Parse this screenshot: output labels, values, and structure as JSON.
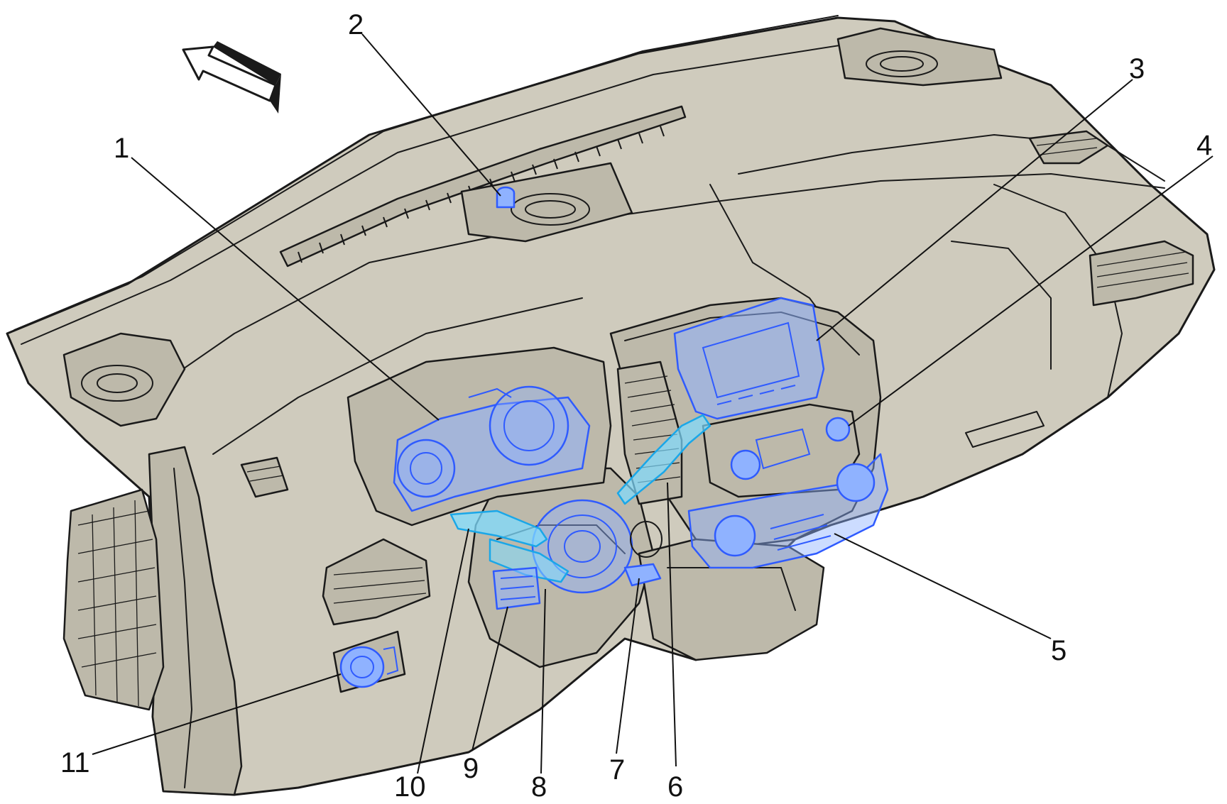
{
  "diagram": {
    "callouts": [
      {
        "id": "1",
        "label": "1"
      },
      {
        "id": "2",
        "label": "2"
      },
      {
        "id": "3",
        "label": "3"
      },
      {
        "id": "4",
        "label": "4"
      },
      {
        "id": "5",
        "label": "5"
      },
      {
        "id": "6",
        "label": "6"
      },
      {
        "id": "7",
        "label": "7"
      },
      {
        "id": "8",
        "label": "8"
      },
      {
        "id": "9",
        "label": "9"
      },
      {
        "id": "10",
        "label": "10"
      },
      {
        "id": "11",
        "label": "11"
      }
    ],
    "colors": {
      "panel": "#cfcbbd",
      "outline": "#1a1a1a",
      "highlight_blue": "#2f5bff",
      "highlight_cyan": "#1aa7e8"
    },
    "icons": {
      "direction_arrow": "forward-direction-arrow-icon"
    }
  }
}
